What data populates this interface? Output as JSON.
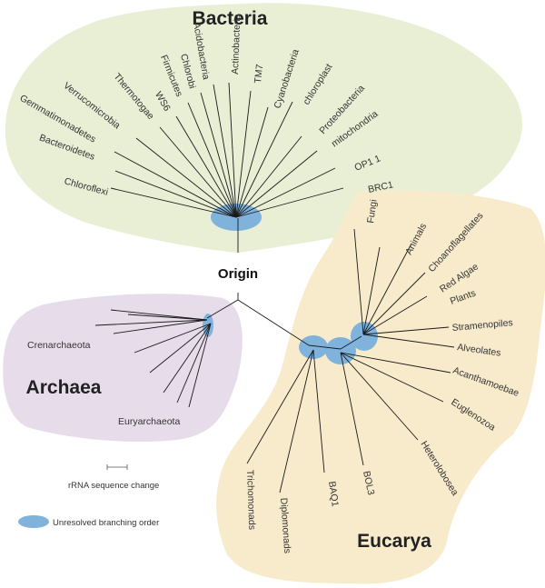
{
  "domains": {
    "bacteria": {
      "label": "Bacteria"
    },
    "archaea": {
      "label": "Archaea"
    },
    "eucarya": {
      "label": "Eucarya"
    }
  },
  "origin": {
    "label": "Origin"
  },
  "bacteria_taxa": [
    "Chloroflexi",
    "Bacteroidetes",
    "Gemmatimonadetes",
    "Verrucomicrobia",
    "Thermotogae",
    "WS6",
    "Firmicutes",
    "Chlorobi",
    "Acidobacteria",
    "Actinobacteria",
    "TM7",
    "Cyanobacteria",
    "chloroplast",
    "Proteobacteria",
    "mitochondria",
    "OP1 1",
    "BRC1"
  ],
  "archaea_taxa": [
    "Crenarchaeota",
    "Euryarchaeota"
  ],
  "eucarya_taxa": [
    "Fungi",
    "Animals",
    "Choanoflagellates",
    "Red Algae",
    "Plants",
    "Stramenopiles",
    "Alveolates",
    "Acanthamoebae",
    "Euglenozoa",
    "Heterolobosea",
    "BOL3",
    "BAQ1",
    "Diplomonads",
    "Trichomonads"
  ],
  "legend": {
    "scale_label": "rRNA sequence change",
    "unresolved_label": "Unresolved branching order"
  },
  "colors": {
    "bacteria_bg": "#e9efd5",
    "archaea_bg": "#e6dcea",
    "eucarya_bg": "#f8ebcb",
    "unresolved": "#7fb3dc",
    "line": "#1a1a1a"
  }
}
